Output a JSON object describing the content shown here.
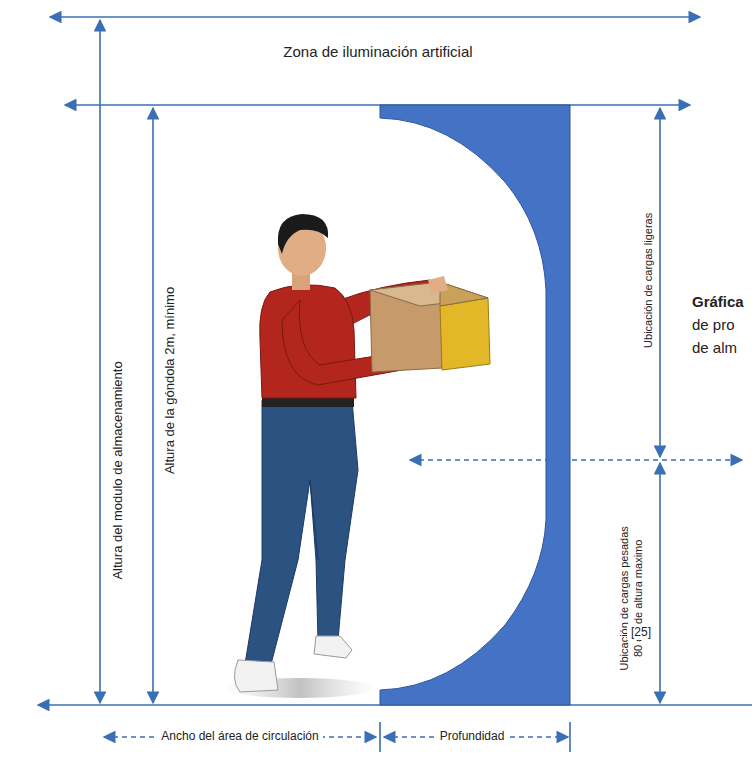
{
  "diagram": {
    "labels": [
      "Zona de iluminación artificial",
      "Altura del modulo de almacenamiento",
      "Altura de la góndola 2m, mínimo",
      "Ubicación de cargas ligeras",
      "Ubicación de cargas pesadas",
      "80 cm de altura maximo",
      "[25]",
      "Ancho del área de circulación",
      "Profundidad",
      "Gráfica",
      "de pro",
      "de alm"
    ]
  }
}
